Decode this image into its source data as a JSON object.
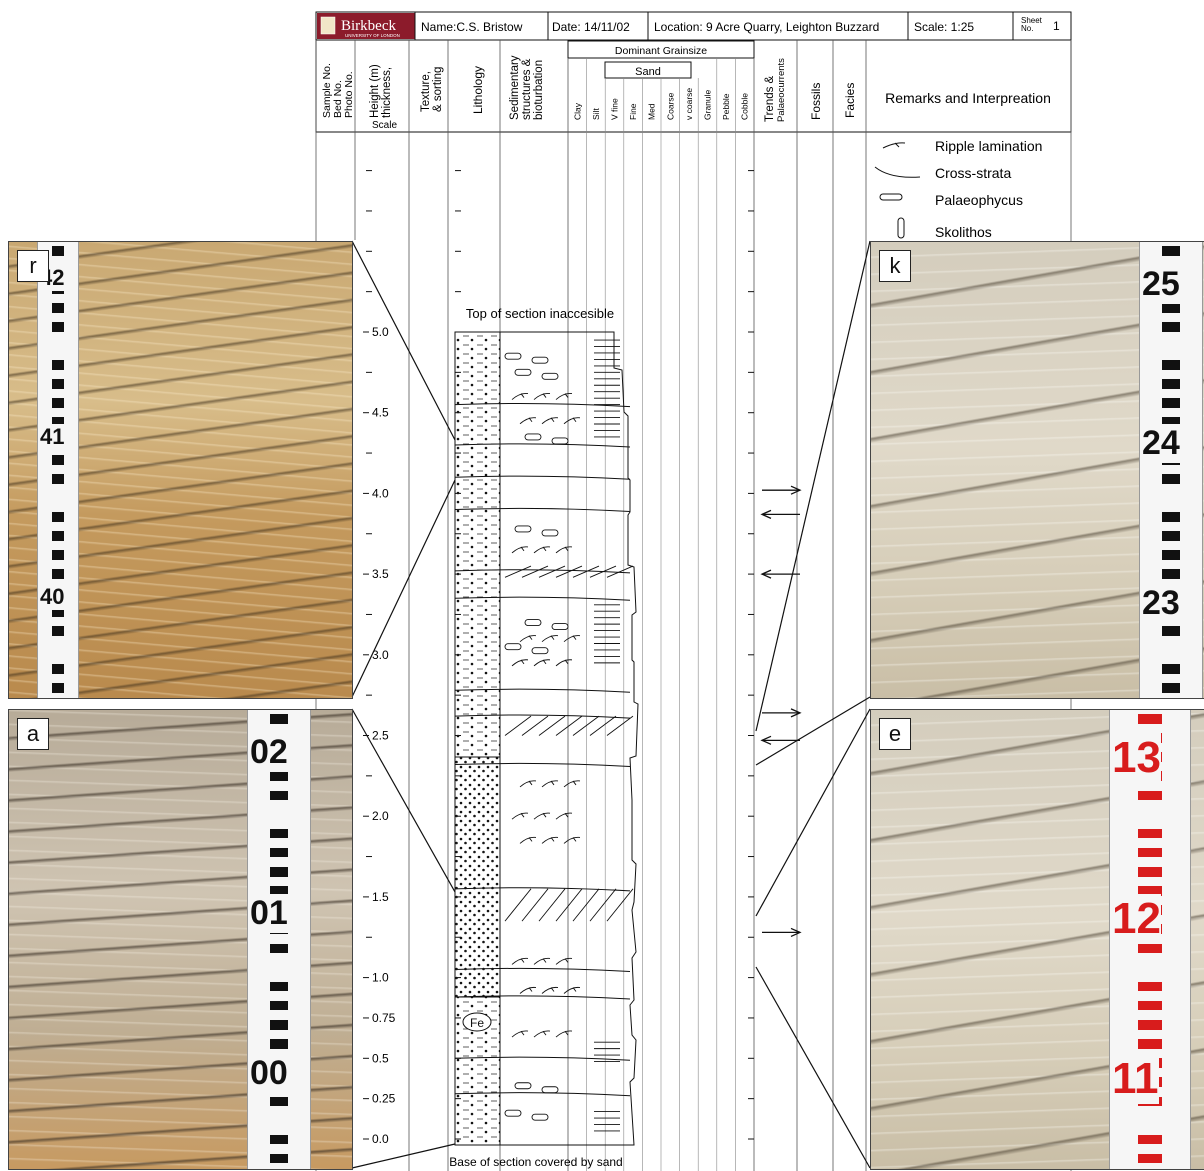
{
  "header": {
    "logo_text": "Birkbeck",
    "logo_sub": "UNIVERSITY OF LONDON",
    "name": "Name:C.S. Bristow",
    "date": "Date: 14/11/02",
    "location": "Location:  9 Acre Quarry, Leighton Buzzard",
    "scale": "Scale:  1:25",
    "sheet_label": "Sheet\nNo.",
    "sheet_value": "1"
  },
  "columns": {
    "sample": "Sample No.\nBed No.\nPhoto No.",
    "height": "Height (m)\nthickness,",
    "height_scale": "Scale",
    "texture": "Texture,\n& sorting",
    "lithology": "Lithology",
    "sedimentary": "Sedimentary\nstructures &\nbioturbation",
    "dominant_grainsize": "Dominant Grainsize",
    "sand": "Sand",
    "grain_columns": [
      "Clay",
      "Silt",
      "V fine",
      "Fine",
      "Med",
      "Coarse",
      "v coarse",
      "Granule",
      "Pebble",
      "Cobble"
    ],
    "trends": "Trends &\nPalaeocurrents",
    "fossils": "Fossils",
    "facies": "Facies",
    "remarks": "Remarks and Interpreation"
  },
  "legend": [
    {
      "label": "Ripple lamination",
      "icon": "ripple-icon"
    },
    {
      "label": "Cross-strata",
      "icon": "cross-strata-icon"
    },
    {
      "label": "Palaeophycus",
      "icon": "palaeophycus-icon"
    },
    {
      "label": "Skolithos",
      "icon": "skolithos-icon"
    }
  ],
  "height_axis": {
    "min": 0.0,
    "max": 5.0,
    "labels": [
      "0.0",
      "0.25",
      "0.5",
      "0.75",
      "1.0",
      "1.5",
      "2.0",
      "2.5",
      "3.0",
      "3.5",
      "4.0",
      "4.5",
      "5.0"
    ],
    "minor_step": 0.25
  },
  "annotations": {
    "top": "Top of section inaccesible",
    "base": "Base of section covered by sand",
    "fe": "Fe"
  },
  "palaeocurrents": [
    {
      "height": 4.02,
      "direction": "right"
    },
    {
      "height": 3.87,
      "direction": "left"
    },
    {
      "height": 3.5,
      "direction": "left"
    },
    {
      "height": 2.64,
      "direction": "right"
    },
    {
      "height": 2.47,
      "direction": "left"
    },
    {
      "height": 1.28,
      "direction": "right"
    }
  ],
  "photos": [
    {
      "tag": "r",
      "staff_labels": [
        "42",
        "41",
        "40"
      ],
      "staff_color": "#111111"
    },
    {
      "tag": "a",
      "staff_labels": [
        "02",
        "01",
        "00"
      ],
      "staff_color": "#111111"
    },
    {
      "tag": "k",
      "staff_labels": [
        "25",
        "24",
        "23"
      ],
      "staff_color": "#111111"
    },
    {
      "tag": "e",
      "staff_labels": [
        "13",
        "12",
        "11"
      ],
      "staff_color": "#d81c1c"
    }
  ]
}
